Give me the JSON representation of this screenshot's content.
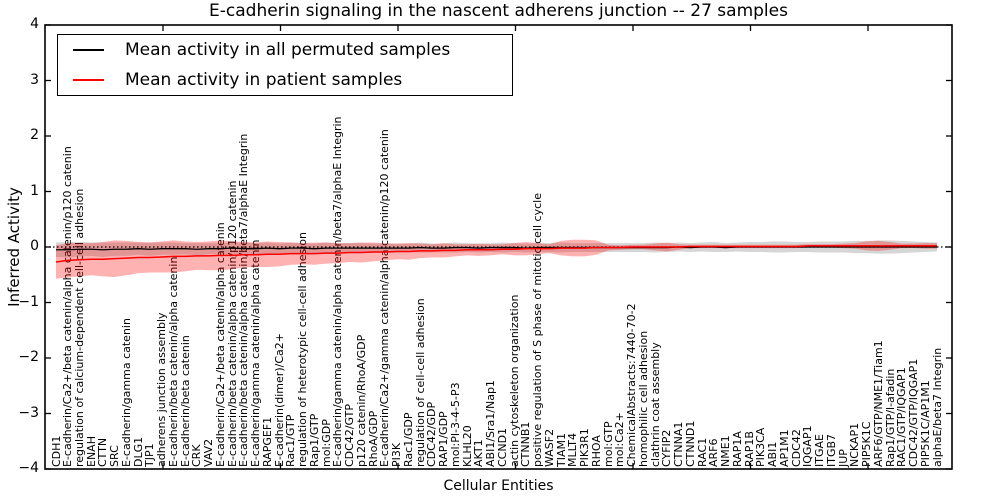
{
  "chart_data": {
    "type": "line",
    "title": "E-cadherin signaling in the nascent adherens junction -- 27 samples",
    "xlabel": "Cellular Entities",
    "ylabel": "Inferred Activity",
    "ylim": [
      -4,
      4
    ],
    "yticks": [
      4,
      3,
      2,
      1,
      0,
      -1,
      -2,
      -3,
      -4
    ],
    "grid": false,
    "legend_position": "upper left",
    "reference_line": {
      "y": 0,
      "style": "dotted",
      "color": "#000000"
    },
    "colors": {
      "permuted_line": "#000000",
      "patient_line": "#ff0000",
      "permuted_band": "rgba(0,0,0,0.16)",
      "patient_band": "rgba(255,0,0,0.30)"
    },
    "categories": [
      "CDH1",
      "E-cadherin/Ca2+/beta catenin/alpha catenin/p120 catenin",
      "regulation of calcium-dependent cell-cell adhesion",
      "ENAH",
      "CTTN",
      "SRC",
      "E-cadherin/gamma catenin",
      "DLG1",
      "TJP1",
      "adherens junction assembly",
      "E-cadherin/beta catenin/alpha catenin",
      "E-cadherin/beta catenin",
      "CRK",
      "VAV2",
      "E-cadherin/Ca2+/beta catenin/alpha catenin",
      "E-cadherin/beta catenin/alpha catenin/p120 catenin",
      "E-cadherin/beta catenin/alpha catenin/beta7/alphaE Integrin",
      "E-cadherin/gamma catenin/alpha catenin",
      "RAPGEF1",
      "E-cadherin(dimer)/Ca2+",
      "Rac1/GTP",
      "regulation of heterotypic cell-cell adhesion",
      "Rap1/GTP",
      "mol:GDP",
      "E-cadherin/gamma catenin/alpha catenin/beta7/alphaE Integrin",
      "CDC42/GTP",
      "p120 catenin/RhoA/GDP",
      "RhoA/GDP",
      "E-cadherin/Ca2+/gamma catenin/alpha catenin/p120 catenin",
      "PI3K",
      "Rac1/GDP",
      "regulation of cell-cell adhesion",
      "CDC42/GDP",
      "RAP1/GDP",
      "mol:PI-3-4-5-P3",
      "KLHL20",
      "AKT1",
      "ABI1/Sra1/Nap1",
      "CCND1",
      "actin cytoskeleton organization",
      "CTNNB1",
      "positive regulation of S phase of mitotic cell cycle",
      "WASF2",
      "TIAM1",
      "MLLT4",
      "PIK3R1",
      "RHOA",
      "mol:GTP",
      "mol:Ca2+",
      "ChemicalAbstracts:7440-70-2",
      "homophilic cell adhesion",
      "clathrin coat assembly",
      "CYFIP2",
      "CTNNA1",
      "CTNND1",
      "RAC1",
      "ARF6",
      "NME1",
      "RAP1A",
      "RAP1B",
      "PIK3CA",
      "ABI1",
      "AP1M1",
      "CDC42",
      "IQGAP1",
      "ITGAE",
      "ITGB7",
      "JUP",
      "NCKAP1",
      "PIP5K1C",
      "ARF6/GTP/NME1/Tiam1",
      "Rap1/GTP/l-afadin",
      "RAC1/GTP/IQGAP1",
      "CDC42/GTP/IQGAP1",
      "PIP5K1C/AP1M1",
      "alphaE/beta7 Integrin"
    ],
    "series": [
      {
        "name": "Mean activity in all permuted samples",
        "color": "#000000",
        "values": [
          -0.05,
          -0.05,
          -0.04,
          -0.04,
          -0.05,
          -0.04,
          -0.04,
          -0.03,
          -0.04,
          -0.03,
          -0.03,
          -0.03,
          -0.04,
          -0.03,
          -0.03,
          -0.02,
          -0.03,
          -0.03,
          -0.02,
          -0.03,
          -0.02,
          -0.02,
          -0.03,
          -0.02,
          -0.02,
          -0.02,
          -0.02,
          -0.02,
          -0.02,
          -0.02,
          -0.02,
          -0.01,
          -0.02,
          -0.02,
          -0.01,
          -0.01,
          -0.02,
          -0.01,
          -0.01,
          -0.01,
          -0.02,
          -0.01,
          -0.01,
          -0.01,
          -0.01,
          -0.01,
          -0.01,
          -0.01,
          -0.01,
          -0.01,
          -0.01,
          -0.01,
          -0.01,
          0.0,
          -0.01,
          0.0,
          0.0,
          -0.01,
          0.0,
          0.0,
          0.0,
          0.0,
          0.0,
          0.0,
          0.0,
          0.0,
          0.0,
          0.0,
          0.0,
          0.0,
          0.0,
          0.0,
          0.0,
          0.0,
          0.0,
          0.0
        ],
        "band_halfwidth": [
          0.13,
          0.14,
          0.13,
          0.12,
          0.13,
          0.12,
          0.12,
          0.11,
          0.12,
          0.11,
          0.11,
          0.1,
          0.11,
          0.1,
          0.1,
          0.1,
          0.11,
          0.1,
          0.1,
          0.09,
          0.1,
          0.09,
          0.09,
          0.1,
          0.09,
          0.09,
          0.09,
          0.08,
          0.09,
          0.08,
          0.08,
          0.09,
          0.08,
          0.08,
          0.09,
          0.08,
          0.08,
          0.08,
          0.09,
          0.08,
          0.08,
          0.08,
          0.08,
          0.09,
          0.08,
          0.08,
          0.08,
          0.08,
          0.08,
          0.08,
          0.08,
          0.09,
          0.08,
          0.08,
          0.08,
          0.08,
          0.09,
          0.08,
          0.08,
          0.09,
          0.09,
          0.1,
          0.1,
          0.09,
          0.09,
          0.1,
          0.1,
          0.1,
          0.11,
          0.11,
          0.12,
          0.12,
          0.11,
          0.1,
          0.09,
          0.08
        ]
      },
      {
        "name": "Mean activity in patient samples",
        "color": "#ff0000",
        "values": [
          -0.27,
          -0.24,
          -0.23,
          -0.22,
          -0.22,
          -0.21,
          -0.2,
          -0.19,
          -0.19,
          -0.18,
          -0.17,
          -0.17,
          -0.16,
          -0.16,
          -0.15,
          -0.15,
          -0.14,
          -0.14,
          -0.13,
          -0.13,
          -0.12,
          -0.12,
          -0.12,
          -0.11,
          -0.11,
          -0.1,
          -0.1,
          -0.09,
          -0.09,
          -0.08,
          -0.08,
          -0.07,
          -0.07,
          -0.06,
          -0.06,
          -0.05,
          -0.05,
          -0.05,
          -0.04,
          -0.04,
          -0.03,
          -0.03,
          -0.03,
          -0.02,
          -0.02,
          -0.02,
          -0.01,
          -0.01,
          -0.01,
          0.0,
          0.0,
          0.0,
          0.0,
          0.0,
          0.01,
          0.01,
          0.01,
          0.01,
          0.01,
          0.01,
          0.01,
          0.01,
          0.01,
          0.01,
          0.02,
          0.02,
          0.02,
          0.02,
          0.02,
          0.02,
          0.02,
          0.02,
          0.02,
          0.02,
          0.02,
          0.02
        ],
        "band_halfwidth": [
          0.3,
          0.31,
          0.3,
          0.29,
          0.31,
          0.33,
          0.31,
          0.28,
          0.27,
          0.28,
          0.29,
          0.27,
          0.25,
          0.26,
          0.27,
          0.25,
          0.23,
          0.22,
          0.23,
          0.22,
          0.2,
          0.19,
          0.2,
          0.19,
          0.18,
          0.17,
          0.18,
          0.17,
          0.15,
          0.14,
          0.15,
          0.13,
          0.12,
          0.13,
          0.11,
          0.1,
          0.11,
          0.1,
          0.09,
          0.11,
          0.12,
          0.1,
          0.08,
          0.13,
          0.15,
          0.15,
          0.13,
          0.05,
          0.04,
          0.04,
          0.04,
          0.06,
          0.08,
          0.05,
          0.03,
          0.03,
          0.03,
          0.03,
          0.03,
          0.03,
          0.03,
          0.03,
          0.03,
          0.03,
          0.03,
          0.03,
          0.03,
          0.04,
          0.05,
          0.08,
          0.09,
          0.07,
          0.04,
          0.04,
          0.05,
          0.05
        ]
      }
    ]
  }
}
